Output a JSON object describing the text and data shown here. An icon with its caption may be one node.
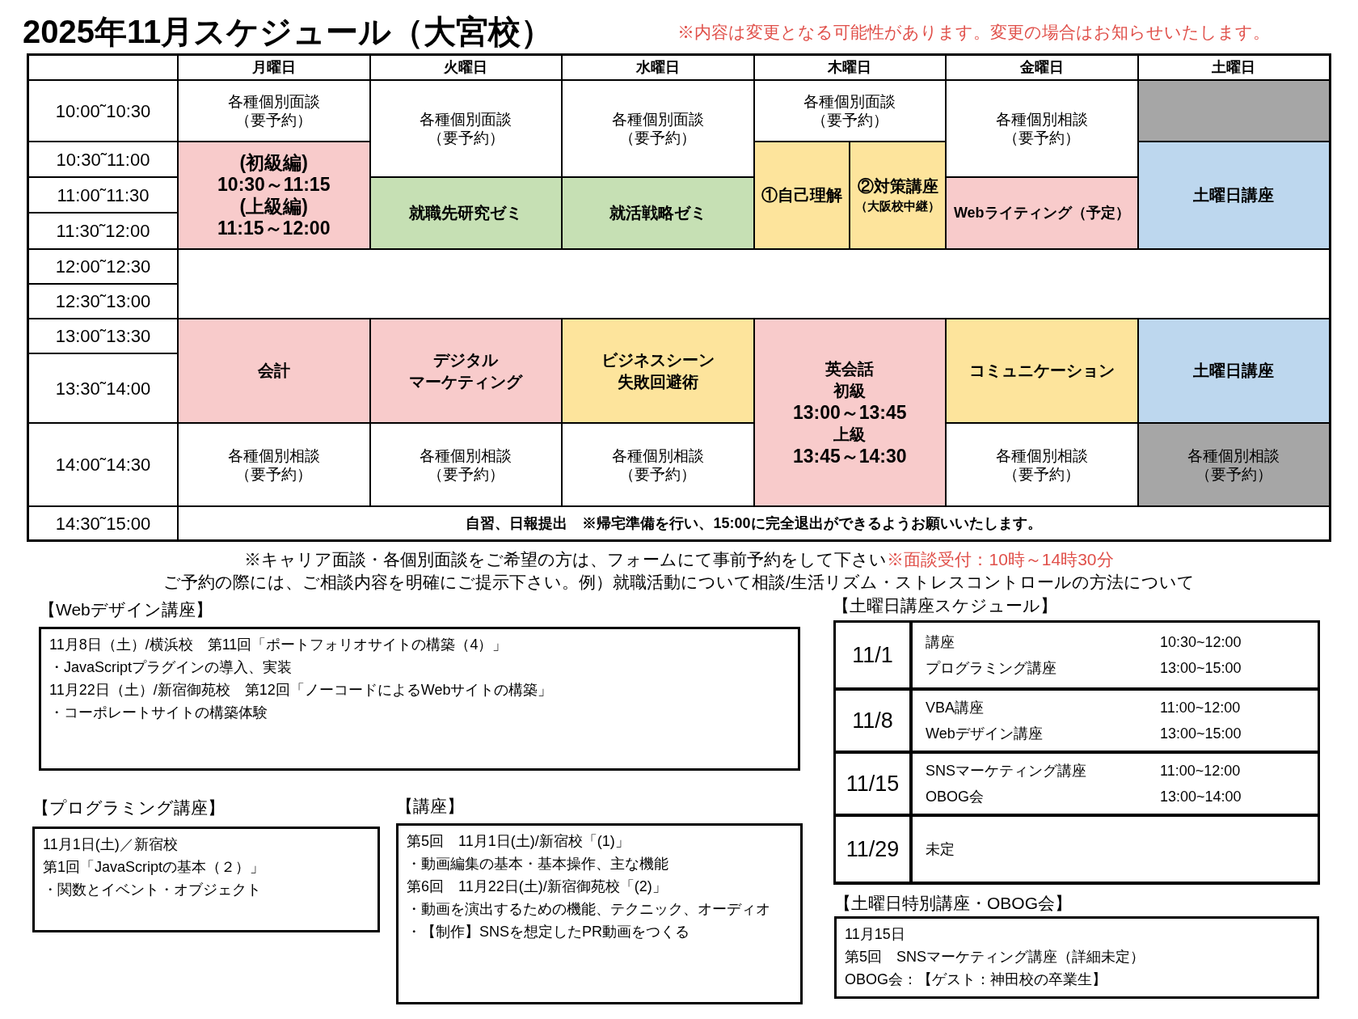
{
  "diagram": {
    "title": "2025年11月スケジュール（大宮校）",
    "nodes": [
      {
        "text": [
          "【Webデザイン講座】",
          "11月8日（土）/横浜校　第11回「ポートフォリオサイトの構築（4）」",
          "・JavaScriptプラグインの導入、実装",
          "11月22日（土）/新宿御苑校　第12回「ノーコードによるWebサイトの構築」",
          "・コーポレートサイトの構築体験"
        ]
      },
      {
        "text": [
          "【プログラミング講座】",
          "11月1日(土)／新宿校",
          "第1回「JavaScriptの基本（２）」",
          "・関数とイベント・オブジェクト"
        ]
      },
      {
        "text": [
          "【講座】",
          "第5回　11月1日(土)/新宿校「(1)」",
          "・動画編集の基本・基本操作、主な機能",
          "第6回　11月22日(土)/新宿御苑校「(2)」",
          "・動画を演出するための機能、テクニック、オーディオ",
          "・【制作】SNSを想定したPR動画をつくる"
        ]
      },
      {
        "text": [
          "【土曜日特別講座・OBOG会】",
          "11月15日",
          "第5回　SNSマーケティング講座（詳細未定）",
          "OBOG会：【ゲスト：神田校の卒業生】"
        ]
      }
    ],
    "labels": [
      "※内容は変更となる可能性があります。変更の場合はお知らせいたします。",
      "月曜日",
      "火曜日",
      "水曜日",
      "木曜日",
      "金曜日",
      "土曜日",
      "10:00˜10:30",
      "各種個別面談",
      "（要予約）",
      "各種個別面談",
      "（要予約）",
      "各種個別面談",
      "（要予約）",
      "各種個別面談",
      "（要予約）",
      "各種個別相談",
      "（要予約）",
      "10:30˜11:00",
      "(初級編)",
      "11:00˜11:30",
      "10:30～11:15",
      "①自己理解",
      "②対策講座",
      "土曜日講座",
      "(上級編)",
      "就職先研究ゼミ",
      "就活戦略ゼミ",
      "（大阪校中継）",
      "Webライティング（予定）",
      "11:30˜12:00",
      "11:15～12:00",
      "12:00˜12:30",
      "12:30˜13:00",
      "13:00˜13:30",
      "会計",
      "デジタル",
      "マーケティング",
      "ビジネスシーン",
      "失敗回避術",
      "英会話",
      "初級",
      "13:00～13:45",
      "上級",
      "13:45～14:30",
      "コミュニケーション",
      "土曜日講座",
      "13:30˜14:00",
      "14:00˜14:30",
      "各種個別相談",
      "（要予約）",
      "各種個別相談",
      "（要予約）",
      "各種個別相談",
      "（要予約）",
      "各種個別相談",
      "（要予約）",
      "各種個別相談",
      "（要予約）",
      "14:30˜15:00",
      "自習、日報提出　※帰宅準備を行い、15:00に完全退出ができるようお願いいたします。",
      "※キャリア面談・各個別面談をご希望の方は、フォームにて事前予約をして下さい",
      "※面談受付：10時～14時30分",
      "ご予約の際には、ご相談内容を明確にご提示下さい。例）就職活動について相談/生活リズム・ストレスコントロールの方法について",
      "【土曜日講座スケジュール】",
      "11/1",
      "講座",
      "10:30~12:00",
      "プログラミング講座",
      "13:00~15:00",
      "11/8",
      "VBA講座",
      "11:00~12:00",
      "Webデザイン講座",
      "13:00~15:00",
      "11/15",
      "SNSマーケティング講座",
      "11:00~12:00",
      "OBOG会",
      "13:00~14:00",
      "11/29",
      "未定"
    ]
  }
}
